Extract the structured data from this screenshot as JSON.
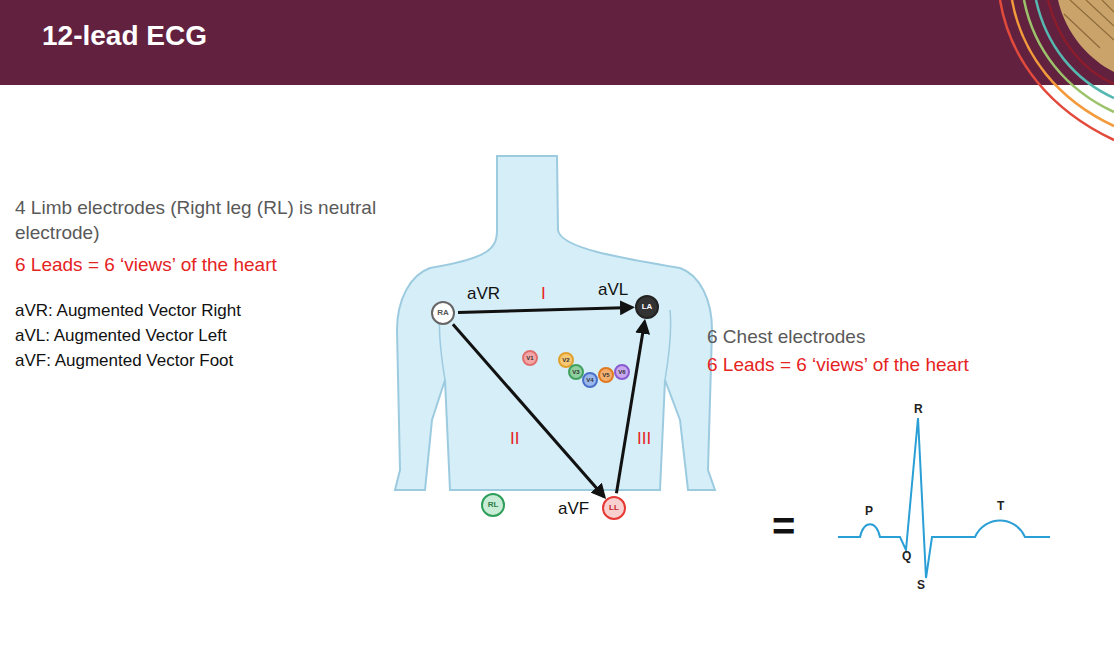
{
  "diagram": {
    "title": "12-lead ECG",
    "nodes": [
      {
        "text": [
          "RA"
        ]
      },
      {
        "text": [
          "LA"
        ]
      },
      {
        "text": [
          "V1"
        ]
      },
      {
        "text": [
          "V2"
        ]
      },
      {
        "text": [
          "V3"
        ]
      },
      {
        "text": [
          "V4"
        ]
      },
      {
        "text": [
          "V5"
        ]
      },
      {
        "text": [
          "V6"
        ]
      },
      {
        "text": [
          "RL"
        ]
      },
      {
        "text": [
          "LL"
        ]
      }
    ],
    "edges": [
      {
        "from": 0,
        "to": 1,
        "label": "I",
        "arrow": "to"
      },
      {
        "from": 0,
        "to": 9,
        "label": "II",
        "arrow": "to"
      },
      {
        "from": 9,
        "to": 1,
        "label": "III",
        "arrow": "to"
      }
    ],
    "labels": [
      "4 Limb electrodes (Right leg (RL) is neutral electrode)",
      "6 Leads = 6 ‘views’ of the heart",
      "aVR: Augmented Vector Right",
      "aVL: Augmented Vector Left",
      "aVF: Augmented Vector Foot",
      "aVR",
      "aVL",
      "aVF",
      "6 Chest electrodes",
      "6 Leads = 6 ‘views’ of the heart",
      "=",
      "P",
      "Q",
      "R",
      "S",
      "T"
    ]
  }
}
